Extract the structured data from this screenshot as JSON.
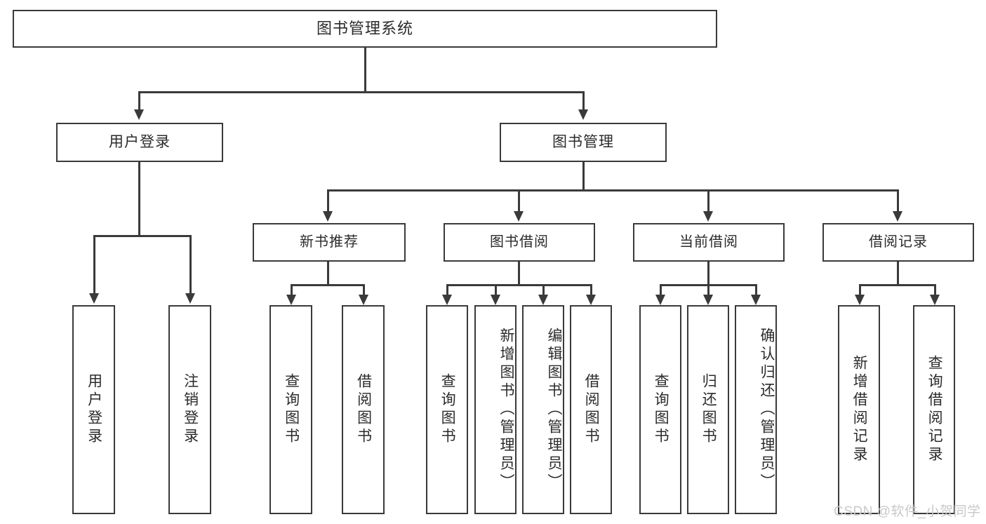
{
  "diagram": {
    "type": "tree-hierarchy-chart",
    "title": "图书管理系统",
    "theme": {
      "background": "#ffffff",
      "border": "#3a3a3a",
      "text": "#2b2b2b",
      "watermark": "#c9c9c9"
    },
    "levels": {
      "root": {
        "label": "图书管理系统"
      },
      "level2": [
        {
          "label": "用户登录"
        },
        {
          "label": "图书管理"
        }
      ],
      "level3": [
        {
          "label": "新书推荐"
        },
        {
          "label": "图书借阅"
        },
        {
          "label": "当前借阅"
        },
        {
          "label": "借阅记录"
        }
      ],
      "leaves": {
        "user_login": [
          {
            "label": "用户登录"
          },
          {
            "label": "注销登录"
          }
        ],
        "new_book_recommend": [
          {
            "label": "查询图书"
          },
          {
            "label": "借阅图书"
          }
        ],
        "book_borrow": [
          {
            "label": "查询图书"
          },
          {
            "label": "新增图书（管理员）"
          },
          {
            "label": "编辑图书（管理员）"
          },
          {
            "label": "借阅图书"
          }
        ],
        "current_borrow": [
          {
            "label": "查询图书"
          },
          {
            "label": "归还图书"
          },
          {
            "label": "确认归还（管理员）"
          }
        ],
        "borrow_record": [
          {
            "label": "新增借阅记录"
          },
          {
            "label": "查询借阅记录"
          }
        ]
      }
    },
    "watermark": "CSDN @软件_小贺同学"
  }
}
